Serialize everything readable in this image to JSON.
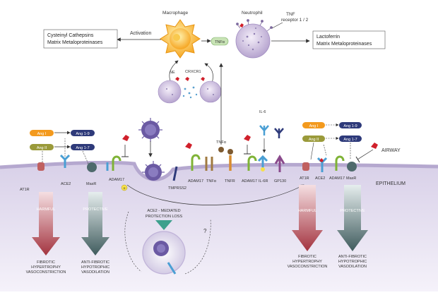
{
  "labels": {
    "macrophage": "Macrophage",
    "neutrophil": "Neutrophil",
    "tnf_receptor_line1": "TNF",
    "tnf_receptor_line2": "receptor 1 / 2",
    "activation": "Activation",
    "left_box_line1": "Cysteinyl Cathepsins",
    "left_box_line2": "Matrix Metaloproteinases",
    "right_box_line1": "Lactoferrin",
    "right_box_line2": "Matrix Metaloproteinases",
    "tnfa_pill": "TNFα",
    "ne": "NE",
    "crxcr1": "CRXCR1",
    "il6": "IL-6",
    "tnfa_top": "TNFα",
    "airway": "AIRWAY",
    "epithelium": "EPITHELIUM",
    "question": "?",
    "plus": "+"
  },
  "left_panel": {
    "ang1": "Ang I",
    "ang19": "Ang 1-9",
    "ang2": "Ang II",
    "ang17": "Ang 1-7",
    "at1r": "AT1R",
    "ace2": "ACE2",
    "masr": "MasR",
    "adam17": "ADAM17",
    "harmful": "HARMFUL",
    "protective": "PROTECTIVE",
    "harmful_effects": [
      "FIBROTIC",
      "HYPERTROPHY",
      "VASOCONSTRICTION"
    ],
    "protective_effects": [
      "ANTI-FIBROTIC",
      "HYPOTROPHIC",
      "VASODILATION"
    ]
  },
  "membrane_labels": {
    "tmprss2": "TMPRSS2",
    "adam17": "ADAM17",
    "tnfa": "TNFα",
    "tnfr": "TNFR",
    "adam17_b": "ADAM17",
    "il6r": "IL-6R",
    "gp130": "GP130"
  },
  "center": {
    "loss_line1": "ACE2 - MEDIATED",
    "loss_line2": "PROTECTION LOSS"
  },
  "right_panel": {
    "ang1": "Ang I",
    "ang19": "Ang 1-9",
    "ang2": "Ang II",
    "ang17": "Ang 1-7",
    "at1r": "AT1R",
    "ace2": "ACE2",
    "adam17": "ADAM17",
    "masr": "MasR",
    "harmful": "HARMFUL",
    "protective": "PROTECTIVE",
    "harmful_effects": [
      "FIBROTIC",
      "HYPERTROPHY",
      "VASOCONSTRICTION"
    ],
    "protective_effects": [
      "ANTI-FIBROTIC",
      "HYPOTROPHIC",
      "VASODILATION"
    ]
  },
  "colors": {
    "epithelium": "#ddd6ea",
    "membrane": "#b8aed0",
    "ang_orange": "#f39a1e",
    "ang_olive": "#9a9a3a",
    "ang_navy": "#2e3a7a",
    "harmful_red": "#b0454e",
    "protective_teal": "#4e6a6c",
    "virus": "#6b5aa3",
    "green_pill": "#c8e3b5"
  }
}
